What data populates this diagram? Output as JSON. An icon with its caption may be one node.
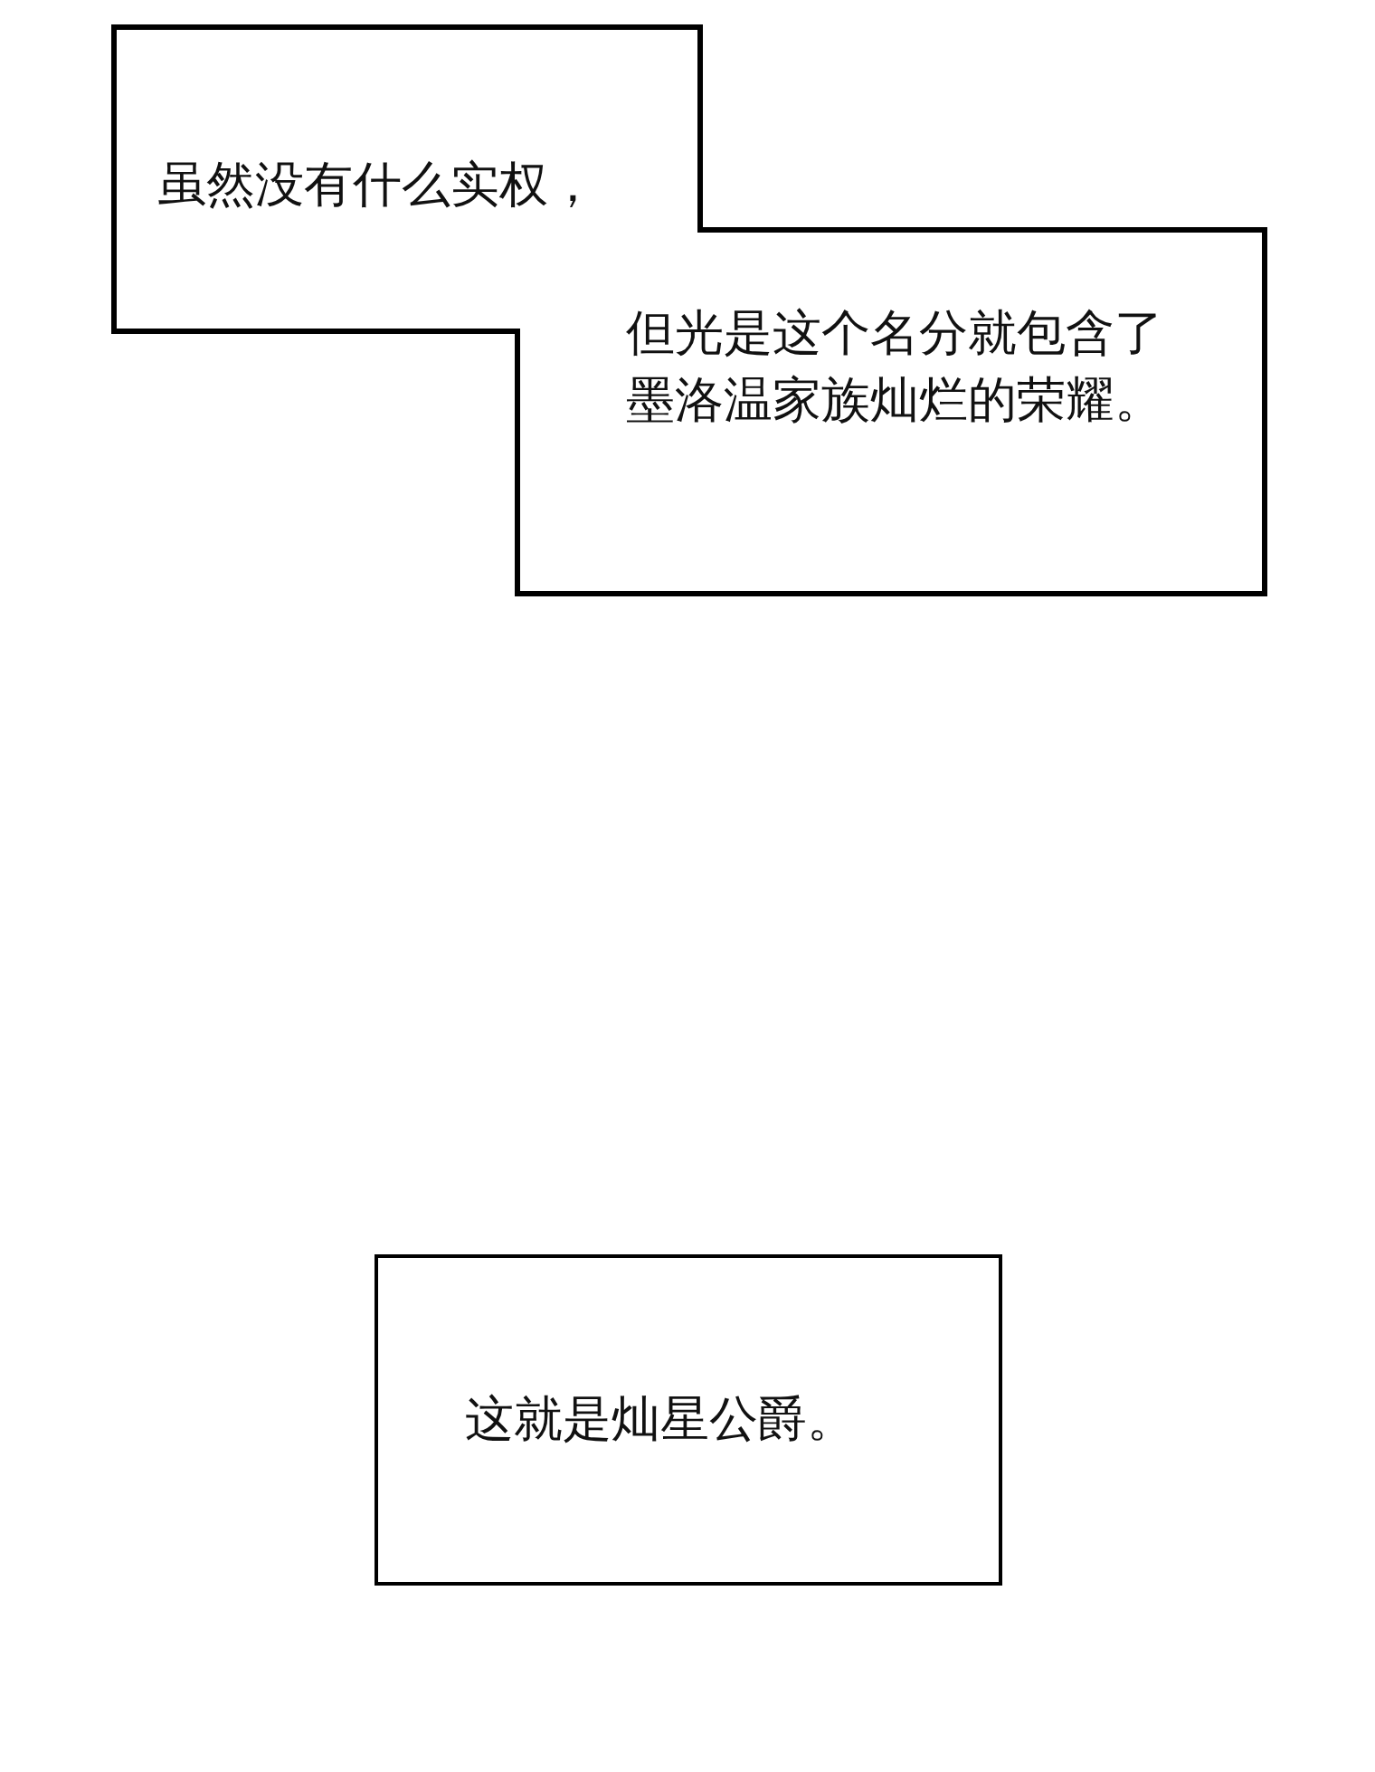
{
  "diagram": {
    "nodes": [
      {
        "text": [
          "虽然没有什么实权，",
          "但光是这个名分就包含了墨洛温家族灿烂的荣耀。"
        ]
      },
      {
        "text": [
          "这就是灿星公爵。"
        ]
      }
    ]
  }
}
